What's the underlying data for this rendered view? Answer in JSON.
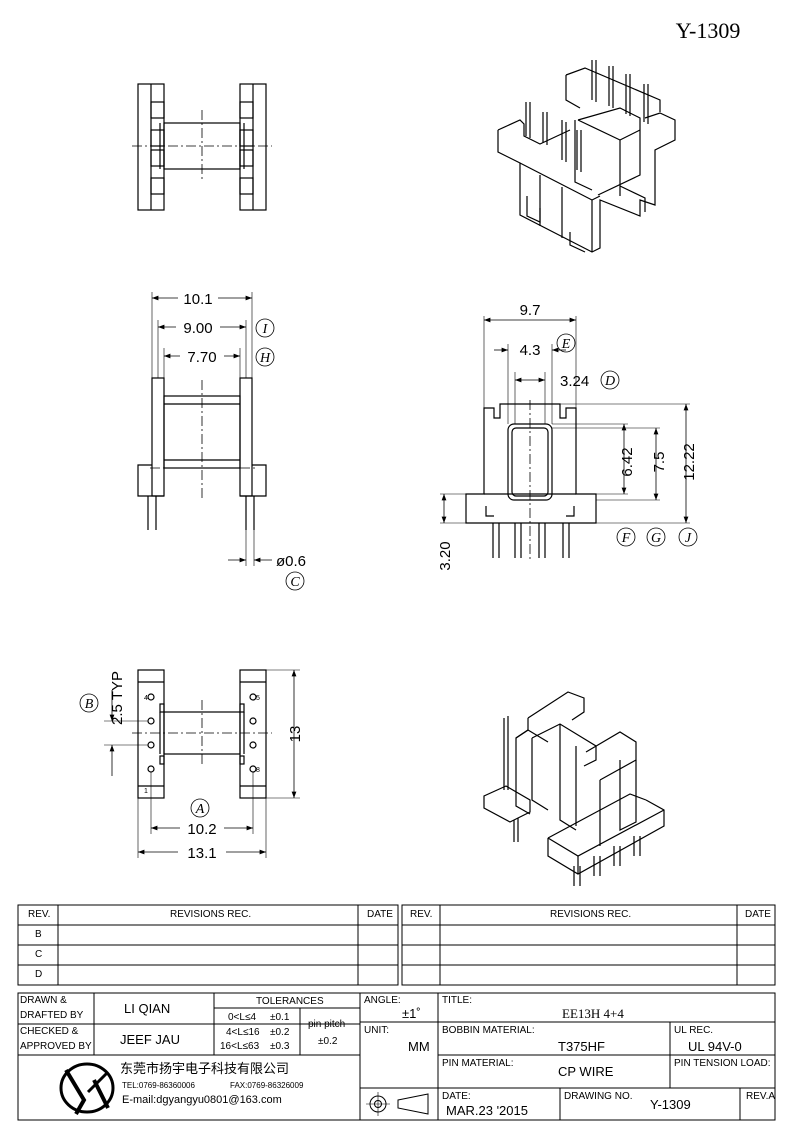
{
  "drawing_number": "Y-1309",
  "dimensions": {
    "d_10_1": "10.1",
    "d_9_00": "9.00",
    "d_7_70": "7.70",
    "d_9_7": "9.7",
    "d_4_3": "4.3",
    "d_3_24": "3.24",
    "d_6_42": "6.42",
    "d_7_5": "7.5",
    "d_12_22": "12.22",
    "d_3_20": "3.20",
    "d_phi_0_6": "ø0.6",
    "d_2_5_typ": "2.5 TYP",
    "d_13": "13",
    "d_10_2": "10.2",
    "d_13_1": "13.1"
  },
  "callouts": {
    "A": "A",
    "B": "B",
    "C": "C",
    "D": "D",
    "E": "E",
    "F": "F",
    "G": "G",
    "H": "H",
    "I": "I",
    "J": "J"
  },
  "pin_numbers": {
    "p1": "1",
    "p4": "4",
    "p5": "5",
    "p8": "8"
  },
  "revisions": {
    "rev_header": "REV.",
    "revisions_header": "REVISIONS   REC.",
    "date_header": "DATE",
    "rows": [
      "B",
      "C",
      "D"
    ]
  },
  "title_block": {
    "drawn_label_1": "DRAWN  &",
    "drawn_label_2": "DRAFTED  BY",
    "drawn_by": "LI QIAN",
    "checked_label_1": "CHECKED  &",
    "checked_label_2": "APPROVED  BY",
    "checked_by": "JEEF JAU",
    "tolerances_label": "TOLERANCES",
    "tol_row1_range": "0<L≤4",
    "tol_row1_value": "±0.1",
    "tol_row2_range": "4<L≤16",
    "tol_row2_value": "±0.2",
    "tol_row3_range": "16<L≤63",
    "tol_row3_value": "±0.3",
    "pin_pitch_label": "pin  pitch",
    "pin_pitch_value": "±0.2",
    "angle_label": "ANGLE:",
    "angle_value": "±1˚",
    "unit_label": "UNIT:",
    "unit_value": "MM",
    "title_label": "TITLE:",
    "title_value": "EE13H 4+4",
    "bobbin_material_label": "BOBBIN  MATERIAL:",
    "bobbin_material_value": "T375HF",
    "ul_rec_label": "UL  REC.",
    "ul_rec_value": "UL  94V-0",
    "pin_material_label": "PIN  MATERIAL:",
    "pin_material_value": "CP  WIRE",
    "pin_tension_label": "PIN  TENSION  LOAD:",
    "date_label": "DATE:",
    "date_value": "MAR.23  '2015",
    "drawing_no_label": "DRAWING  NO.",
    "drawing_no_value": "Y-1309",
    "rev_a_label": "REV.A",
    "company_name": "东莞市扬宇电子科技有限公司",
    "tel": "TEL:0769-86360006",
    "fax": "FAX:0769-86326009",
    "email": "E-mail:dgyangyu0801@163.com"
  }
}
